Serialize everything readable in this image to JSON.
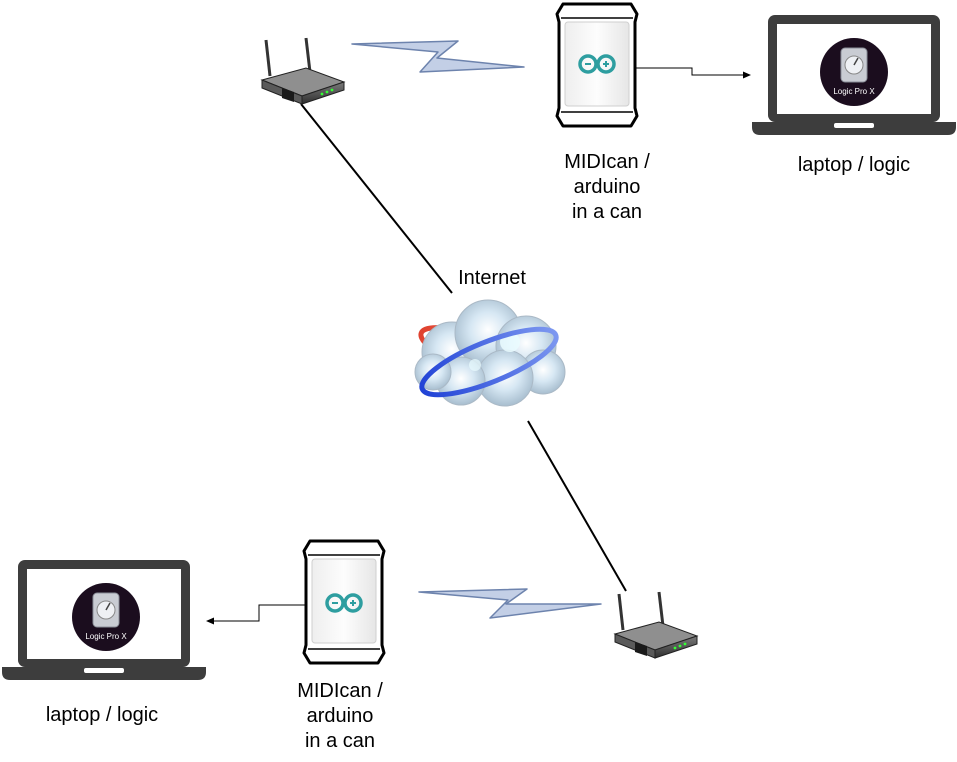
{
  "diagram": {
    "internet_label": "Internet",
    "top": {
      "device_label_lines": [
        "MIDIcan /",
        "arduino",
        "in a can"
      ],
      "laptop_label": "laptop / logic",
      "screen_app_text": "Logic Pro X"
    },
    "bottom": {
      "device_label_lines": [
        "MIDIcan /",
        "arduino",
        "in a can"
      ],
      "laptop_label": "laptop / logic",
      "screen_app_text": "Logic Pro X"
    },
    "colors": {
      "line": "#000000",
      "wireless_fill": "#c3cfe6",
      "wireless_stroke": "#6d83ad",
      "arduino_teal": "#2e9ea0",
      "laptop_body": "#3d3d3d",
      "logic_badge": "#1b0d1e"
    },
    "icons": [
      "router-icon",
      "wireless-link-icon",
      "can-device-icon",
      "arduino-logo-icon",
      "laptop-icon",
      "logic-pro-x-icon",
      "internet-cloud-icon"
    ]
  }
}
